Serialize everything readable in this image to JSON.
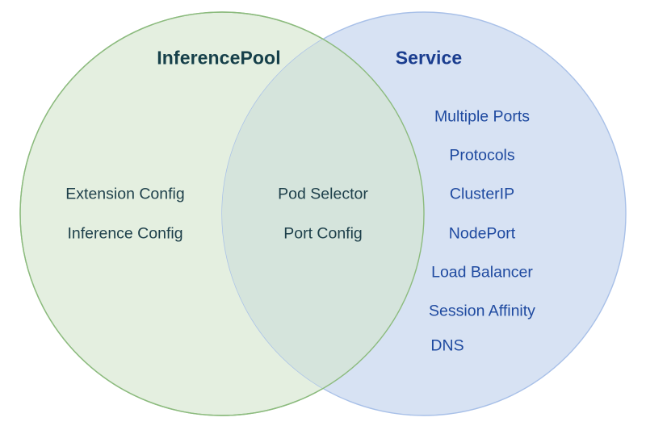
{
  "diagram": {
    "type": "venn",
    "background_color": "#ffffff",
    "sets": [
      {
        "id": "inference-pool",
        "title": "InferencePool",
        "fill_color": "#e4efe0",
        "stroke_color": "#8cbb7e",
        "title_color": "#16404a",
        "text_color": "#1d3f4a",
        "items": [
          "Extension Config",
          "Inference Config"
        ]
      },
      {
        "id": "service",
        "title": "Service",
        "fill_color": "#d4e0f2",
        "stroke_color": "#a8c0e8",
        "title_color": "#1a3d8f",
        "text_color": "#1f4aa0",
        "items": [
          "Multiple Ports",
          "Protocols",
          "ClusterIP",
          "NodePort",
          "Load Balancer",
          "Session Affinity",
          "DNS"
        ]
      }
    ],
    "intersection": {
      "id": "shared",
      "fill_color": "#d5e4dc",
      "text_color": "#1d3f4a",
      "items": [
        "Pod Selector",
        "Port Config"
      ]
    }
  }
}
